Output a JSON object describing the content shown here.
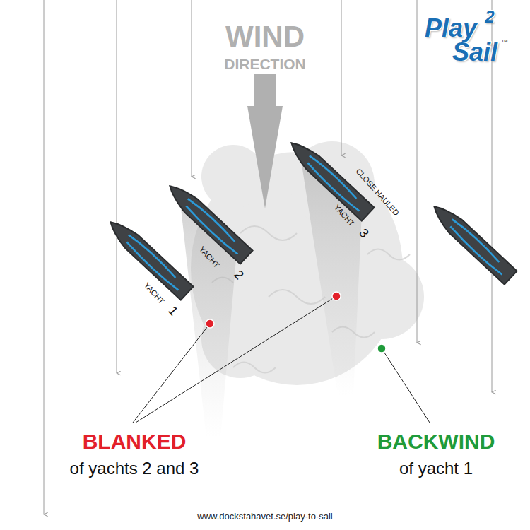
{
  "diagram": {
    "labels": [
      "WIND",
      "DIRECTION",
      "Play",
      "2",
      "Sail",
      "™",
      "CLOSE HAULED",
      "YACHT",
      "2",
      "YACHT",
      "1",
      "YACHT",
      "3",
      "BLANKED",
      "of yachts 2 and 3",
      "BACKWIND",
      "of yacht 1",
      "www.dockstahavet.se/play-to-sail"
    ]
  }
}
